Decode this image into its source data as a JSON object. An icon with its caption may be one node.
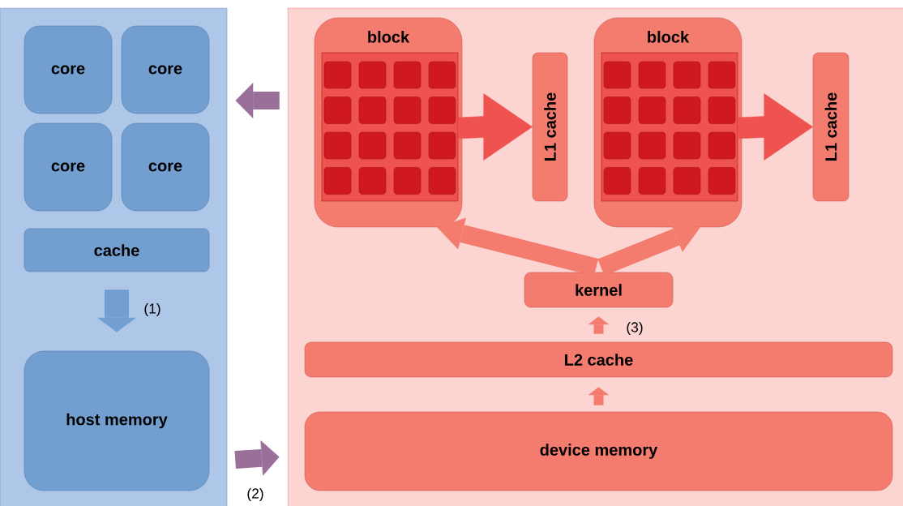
{
  "diagram": {
    "nodes": [
      {
        "text": [],
        "shape": "box"
      },
      {
        "text": [
          "core"
        ],
        "in": 0
      },
      {
        "text": [
          "core"
        ],
        "in": 0
      },
      {
        "text": [
          "core"
        ],
        "in": 0
      },
      {
        "text": [
          "core"
        ],
        "in": 0
      },
      {
        "text": [
          "cache"
        ],
        "in": 0
      },
      {
        "text": [
          "host memory"
        ],
        "in": 0
      },
      {
        "text": [],
        "shape": "box"
      },
      {
        "text": [
          "block"
        ],
        "in": 7
      },
      {
        "text": [
          "L1 cache"
        ],
        "in": 7
      },
      {
        "text": [
          "block"
        ],
        "in": 7
      },
      {
        "text": [
          "L1 cache"
        ],
        "in": 7
      },
      {
        "text": [
          "kernel"
        ],
        "in": 7
      },
      {
        "text": [
          "L2 cache"
        ],
        "in": 7
      },
      {
        "text": [
          "device memory"
        ],
        "in": 7
      }
    ],
    "edges": [
      {
        "from": 5,
        "to": 6,
        "arrow": "to",
        "label": "(1)",
        "color": "#729fcf"
      },
      {
        "from": 7,
        "to": 0,
        "arrow": "to",
        "color": "#9a6f9a"
      },
      {
        "from": 0,
        "to": 14,
        "arrow": "to",
        "label": "(2)",
        "color": "#9a6f9a"
      },
      {
        "from": 8,
        "to": 9,
        "arrow": "to",
        "color": "#ef5350"
      },
      {
        "from": 10,
        "to": 11,
        "arrow": "to",
        "color": "#ef5350"
      },
      {
        "from": 12,
        "to": 8,
        "arrow": "to",
        "color": "#f47c6f"
      },
      {
        "from": 12,
        "to": 10,
        "arrow": "to",
        "color": "#f47c6f"
      },
      {
        "from": 13,
        "to": 12,
        "arrow": "to",
        "label": "(3)",
        "color": "#f47c6f"
      },
      {
        "from": 14,
        "to": 13,
        "arrow": "to",
        "color": "#f47c6f"
      }
    ]
  }
}
